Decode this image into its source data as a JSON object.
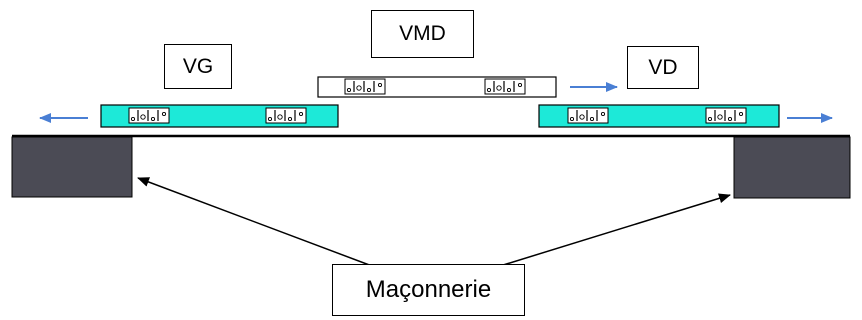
{
  "labels": {
    "vg": "VG",
    "vmd": "VMD",
    "vd": "VD",
    "maconnerie": "Maçonnerie"
  },
  "colors": {
    "leaf_fill": "#1de9d8",
    "middle_leaf_fill": "#ffffff",
    "masonry_fill": "#4b4b55",
    "arrow_blue": "#4a7fd4",
    "line": "#000000"
  },
  "icons": {
    "hardware": "hinge-hardware-icon",
    "slide_direction": "arrow-icon"
  }
}
